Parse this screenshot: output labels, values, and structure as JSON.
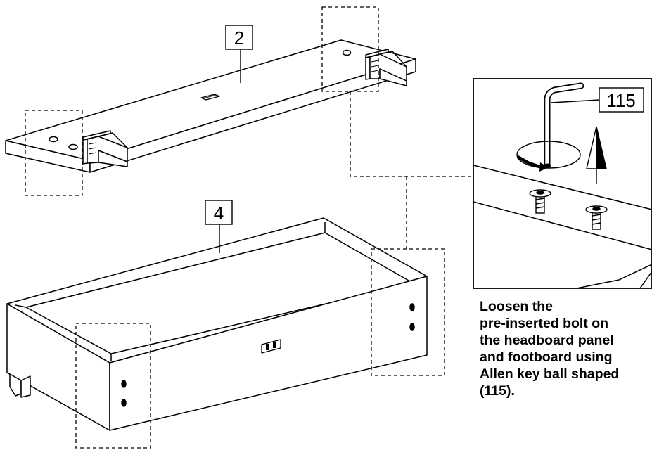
{
  "labels": {
    "part_headboard": "2",
    "part_base": "4",
    "part_allen_key": "115"
  },
  "instruction_lines": [
    "Loosen the",
    "pre-inserted bolt on",
    "the headboard panel",
    "and footboard using",
    "Allen key ball shaped",
    "(115)."
  ]
}
